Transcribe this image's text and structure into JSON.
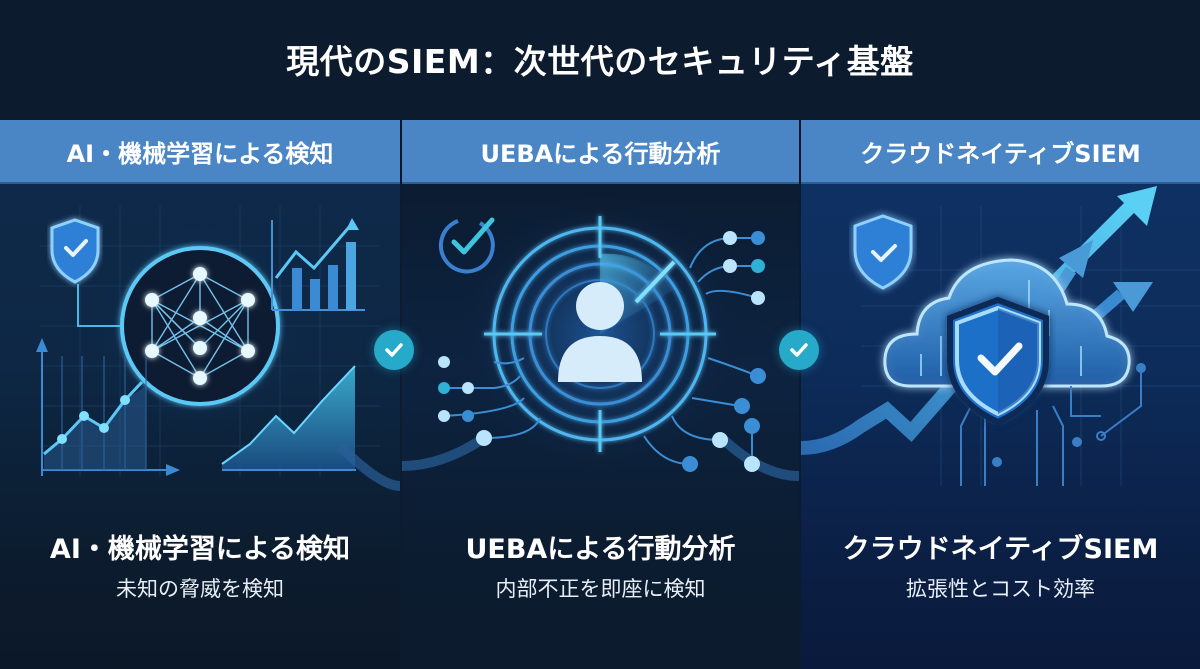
{
  "title": "現代のSIEM：次世代のセキュリティ基盤",
  "columns": [
    {
      "header": "AI・機械学習による検知",
      "caption_title": "AI・機械学習による検知",
      "caption_subtitle": "未知の脅威を検知",
      "illustration": [
        "shield-check-icon",
        "neural-network-icon",
        "bar-chart-icon",
        "line-chart-icon",
        "area-chart-icon"
      ]
    },
    {
      "header": "UEBAによる行動分析",
      "caption_title": "UEBAによる行動分析",
      "caption_subtitle": "内部不正を即座に検知",
      "illustration": [
        "check-circle-icon",
        "radar-target-icon",
        "user-icon",
        "circuit-nodes-icon"
      ]
    },
    {
      "header": "クラウドネイティブSIEM",
      "caption_title": "クラウドネイティブSIEM",
      "caption_subtitle": "拡張性とコスト効率",
      "illustration": [
        "shield-check-icon",
        "cloud-icon",
        "growth-arrows-icon",
        "circuit-lines-icon"
      ]
    }
  ],
  "connectors": [
    "check-badge-icon",
    "check-badge-icon"
  ],
  "colors": {
    "background": "#0c1b2e",
    "band": "#4a86c6",
    "accent": "#4fc3f7",
    "badge": "#27a9c9"
  }
}
